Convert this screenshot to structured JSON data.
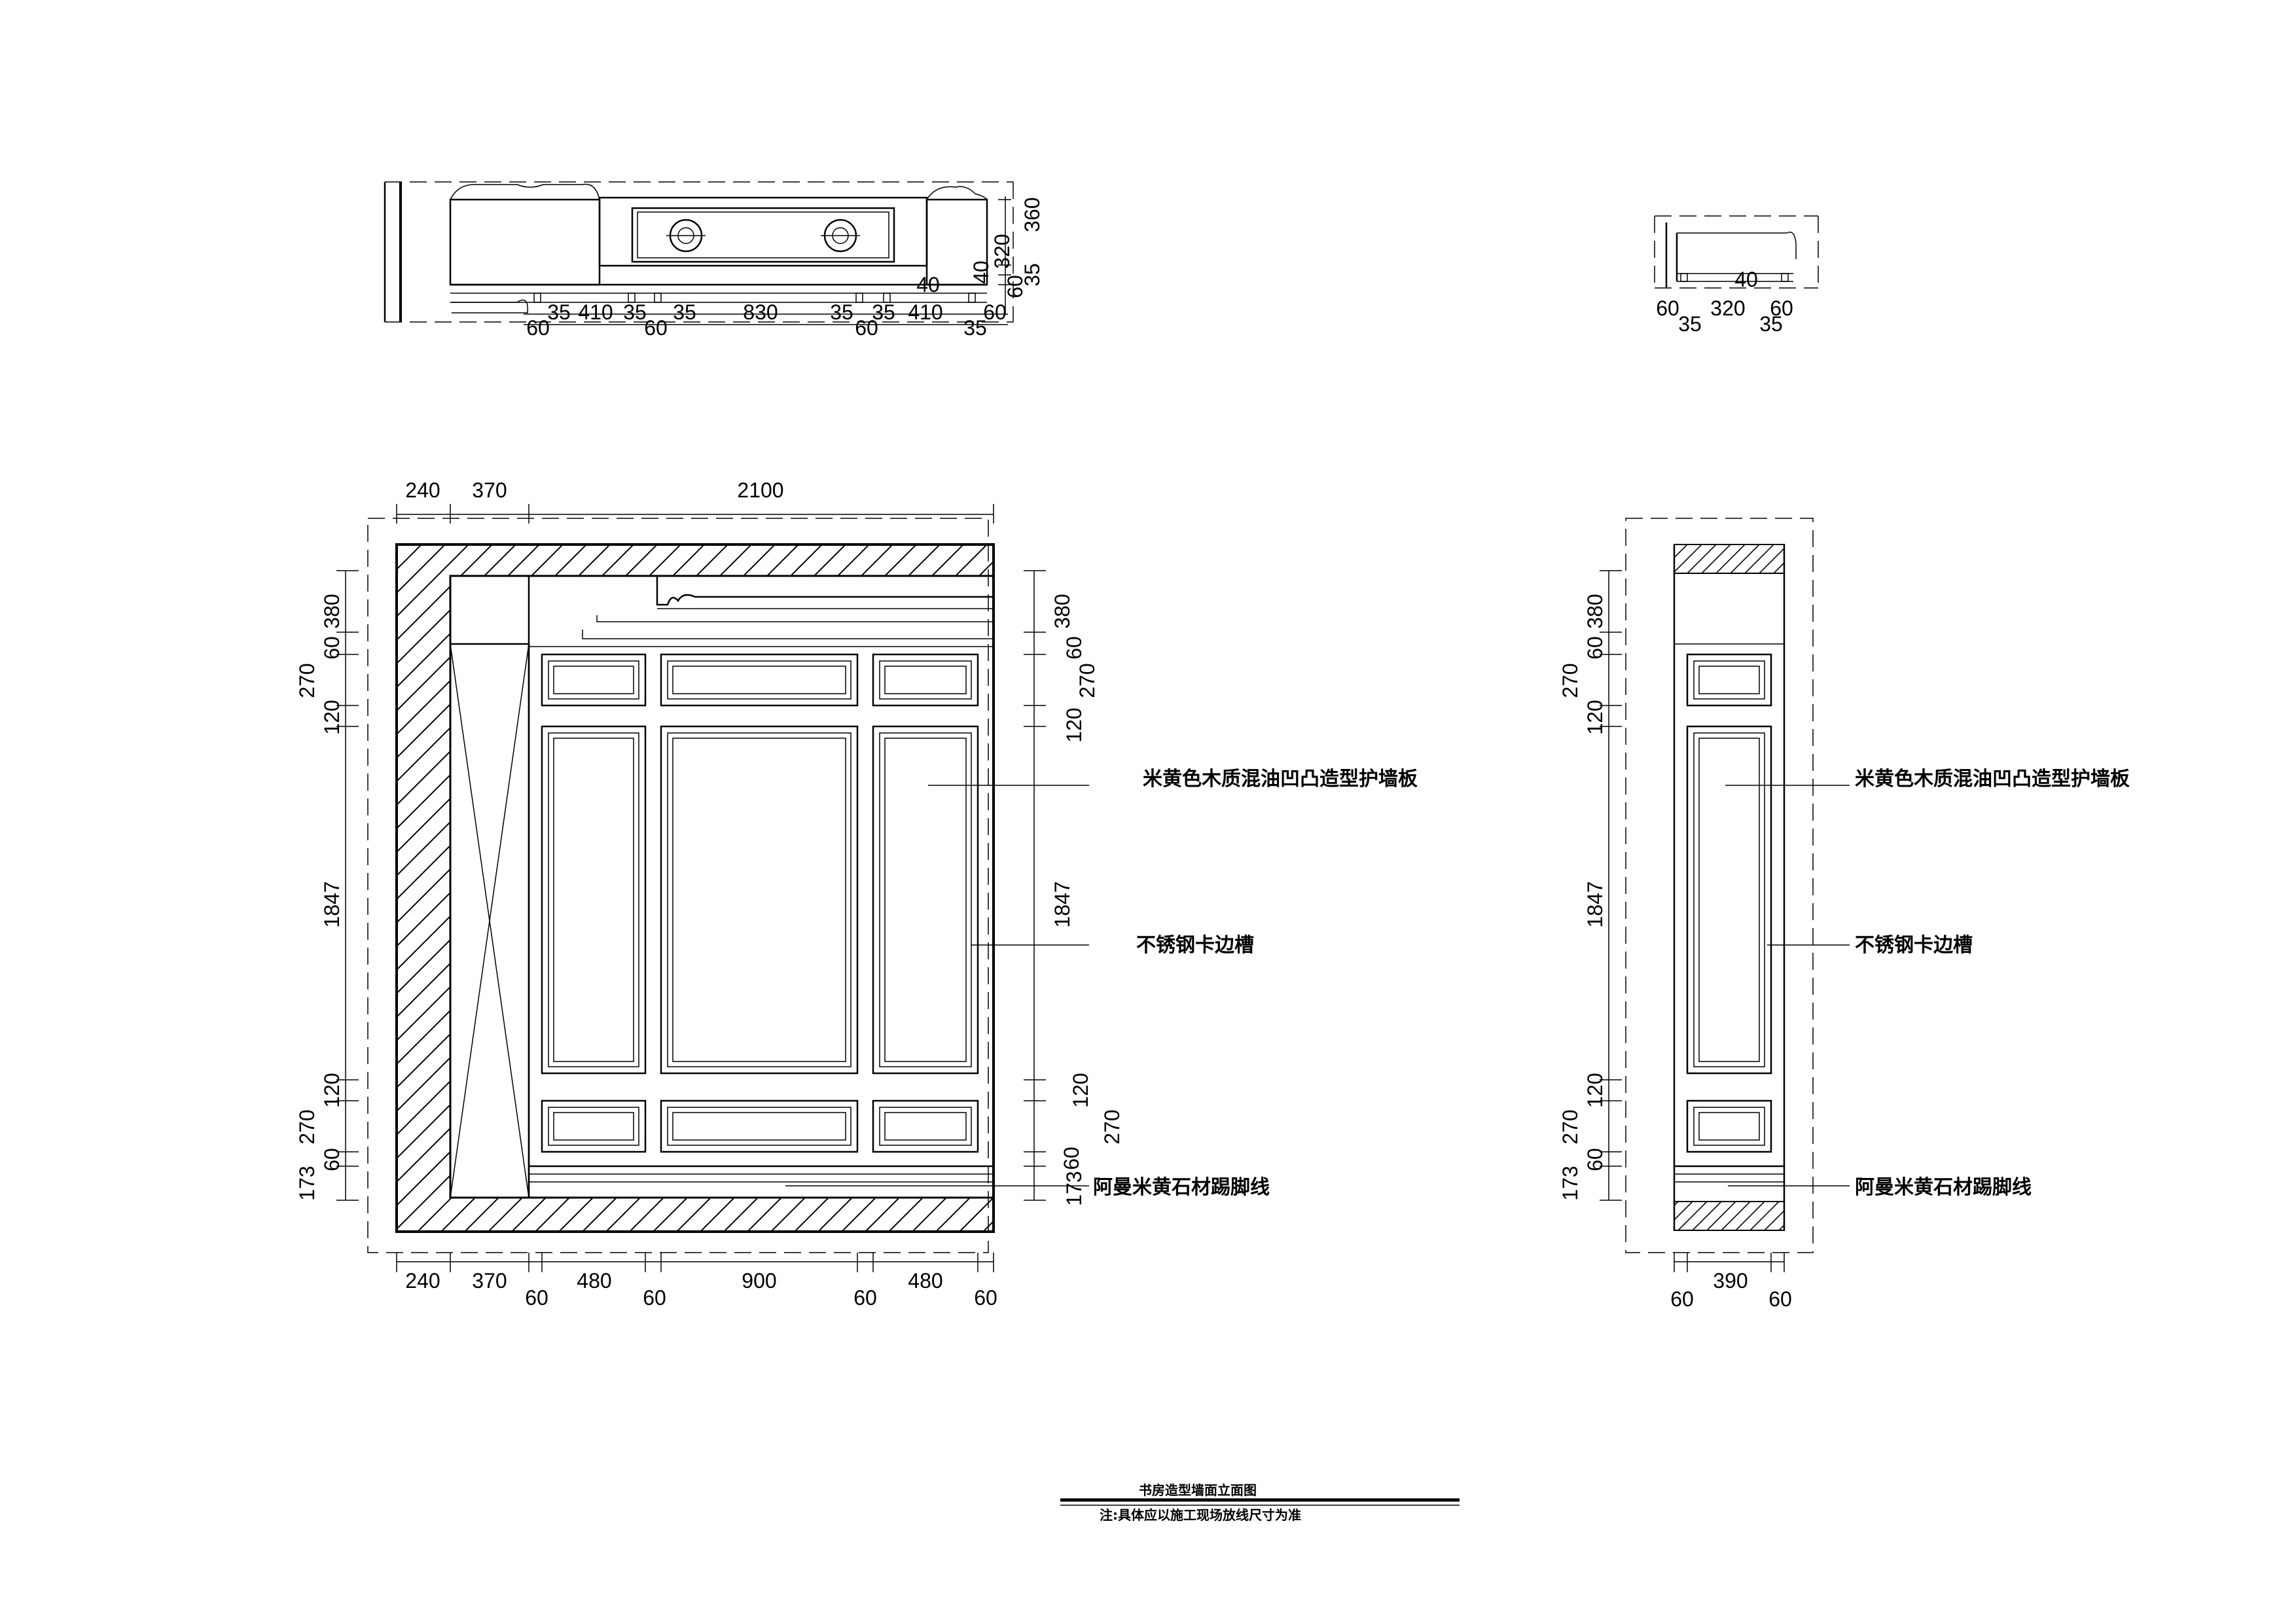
{
  "main_plan": {
    "bottom_top_row": [
      "35",
      "410",
      "35",
      "35",
      "830",
      "35",
      "35",
      "410",
      "60"
    ],
    "bottom_row": [
      "60",
      "60",
      "60",
      "35"
    ],
    "right_dims": [
      "360",
      "320",
      "35",
      "60",
      "40"
    ],
    "marks": [
      "40"
    ]
  },
  "side_plan": {
    "bottom_top_row": [
      "60",
      "320",
      "60"
    ],
    "bottom_row": [
      "35",
      "35"
    ],
    "marks": [
      "40"
    ]
  },
  "main_elevation": {
    "top_dims": [
      "240",
      "370",
      "2100"
    ],
    "bottom_dims": [
      "240",
      "370",
      "60",
      "480",
      "60",
      "900",
      "60",
      "480",
      "60"
    ],
    "left_dims": [
      "380",
      "60",
      "270",
      "120",
      "1847",
      "120",
      "270",
      "60",
      "173"
    ],
    "right_dims": [
      "380",
      "60",
      "270",
      "120",
      "1847",
      "120",
      "270",
      "60",
      "173"
    ]
  },
  "side_elevation": {
    "bottom_dims": [
      "60",
      "390",
      "60"
    ],
    "left_dims": [
      "380",
      "60",
      "270",
      "120",
      "1847",
      "120",
      "270",
      "60",
      "173"
    ]
  },
  "callouts": {
    "wainscot": "米黄色木质混油凹凸造型护墙板",
    "steel_groove": "不锈钢卡边槽",
    "skirting": "阿曼米黄石材踢脚线"
  },
  "title_block": {
    "title": "书房造型墙面立面图",
    "note": "注:具体应以施工现场放线尺寸为准"
  }
}
